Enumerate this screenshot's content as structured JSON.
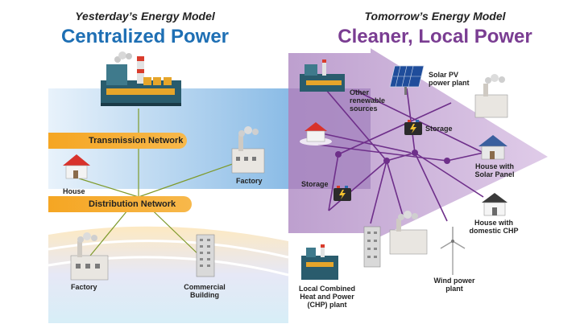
{
  "left": {
    "subtitle": "Yesterday’s Energy Model",
    "title": "Centralized Power",
    "transmission_label": "Transmission Network",
    "distribution_label": "Distribution Network",
    "labels": {
      "house": "House",
      "factory_top": "Factory",
      "factory_bottom": "Factory",
      "commercial_line1": "Commercial",
      "commercial_line2": "Building"
    }
  },
  "right": {
    "subtitle": "Tomorrow’s Energy Model",
    "title": "Cleaner, Local Power",
    "labels": {
      "solar_line1": "Solar PV",
      "solar_line2": "power plant",
      "renew_line1": "Other",
      "renew_line2": "renewable",
      "renew_line3": "sources",
      "storage_top": "Storage",
      "storage_left": "Storage",
      "house_solar_line1": "House with",
      "house_solar_line2": "Solar Panel",
      "house_chp_line1": "House with",
      "house_chp_line2": "domestic CHP",
      "chp_line1": "Local Combined",
      "chp_line2": "Heat and Power",
      "chp_line3": "(CHP) plant",
      "wind_line1": "Wind power",
      "wind_line2": "plant"
    }
  },
  "colors": {
    "centralized_title": "#1e6fb4",
    "local_title": "#7a3d92",
    "network_band": "#f5a623",
    "grid_line": "#7a3d92",
    "transmission_line": "#6b8e23"
  }
}
